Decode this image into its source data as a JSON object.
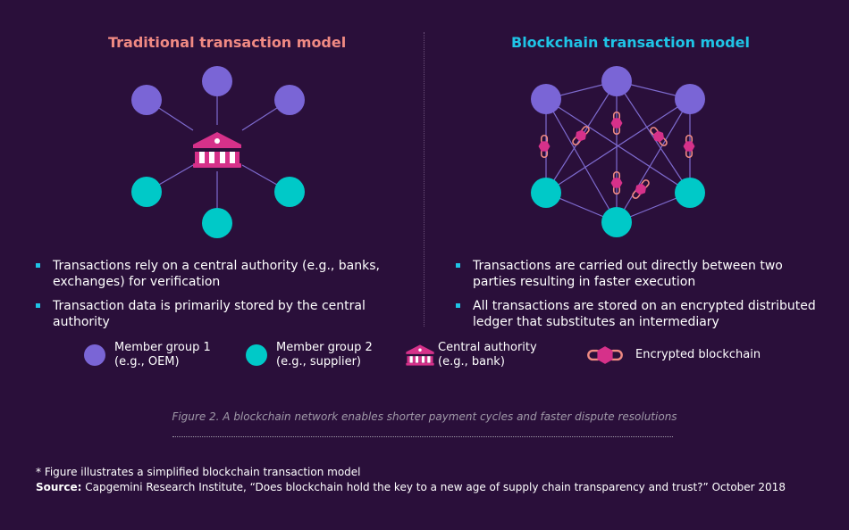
{
  "titles": {
    "traditional": "Traditional transaction model",
    "blockchain": "Blockchain transaction model"
  },
  "bullets_traditional": [
    "Transactions rely on a central authority (e.g., banks, exchanges) for verification",
    "Transaction data is primarily stored by the central authority"
  ],
  "bullets_blockchain": [
    "Transactions are carried out directly between two parties resulting in faster execution",
    "All transactions are stored on an encrypted distributed ledger that substitutes an intermediary"
  ],
  "legend": {
    "member1_line1": "Member group 1",
    "member1_line2": "(e.g., OEM)",
    "member2_line1": "Member group 2",
    "member2_line2": "(e.g., supplier)",
    "authority_line1": "Central authority",
    "authority_line2": "(e.g., bank)",
    "chain": "Encrypted blockchain"
  },
  "caption": "Figure 2. A blockchain network enables shorter payment cycles and faster dispute resolutions",
  "footnote": "* Figure illustrates a simplified blockchain transaction model",
  "source_label": "Source:",
  "source_text": " Capgemini Research Institute, “Does blockchain hold the key to a new age of supply chain transparency and trust?” October 2018",
  "colors": {
    "background": "#2a0f3a",
    "member_group_1": "#7a65d6",
    "member_group_2": "#00c9c8",
    "central_authority": "#d6318a",
    "chain_link": "#f08a83",
    "title_traditional": "#f08a83",
    "title_blockchain": "#1fc4e6",
    "edge": "#7e6bcf"
  },
  "icons": {
    "central_authority": "bank-building-icon",
    "blockchain": "chain-link-icon"
  }
}
